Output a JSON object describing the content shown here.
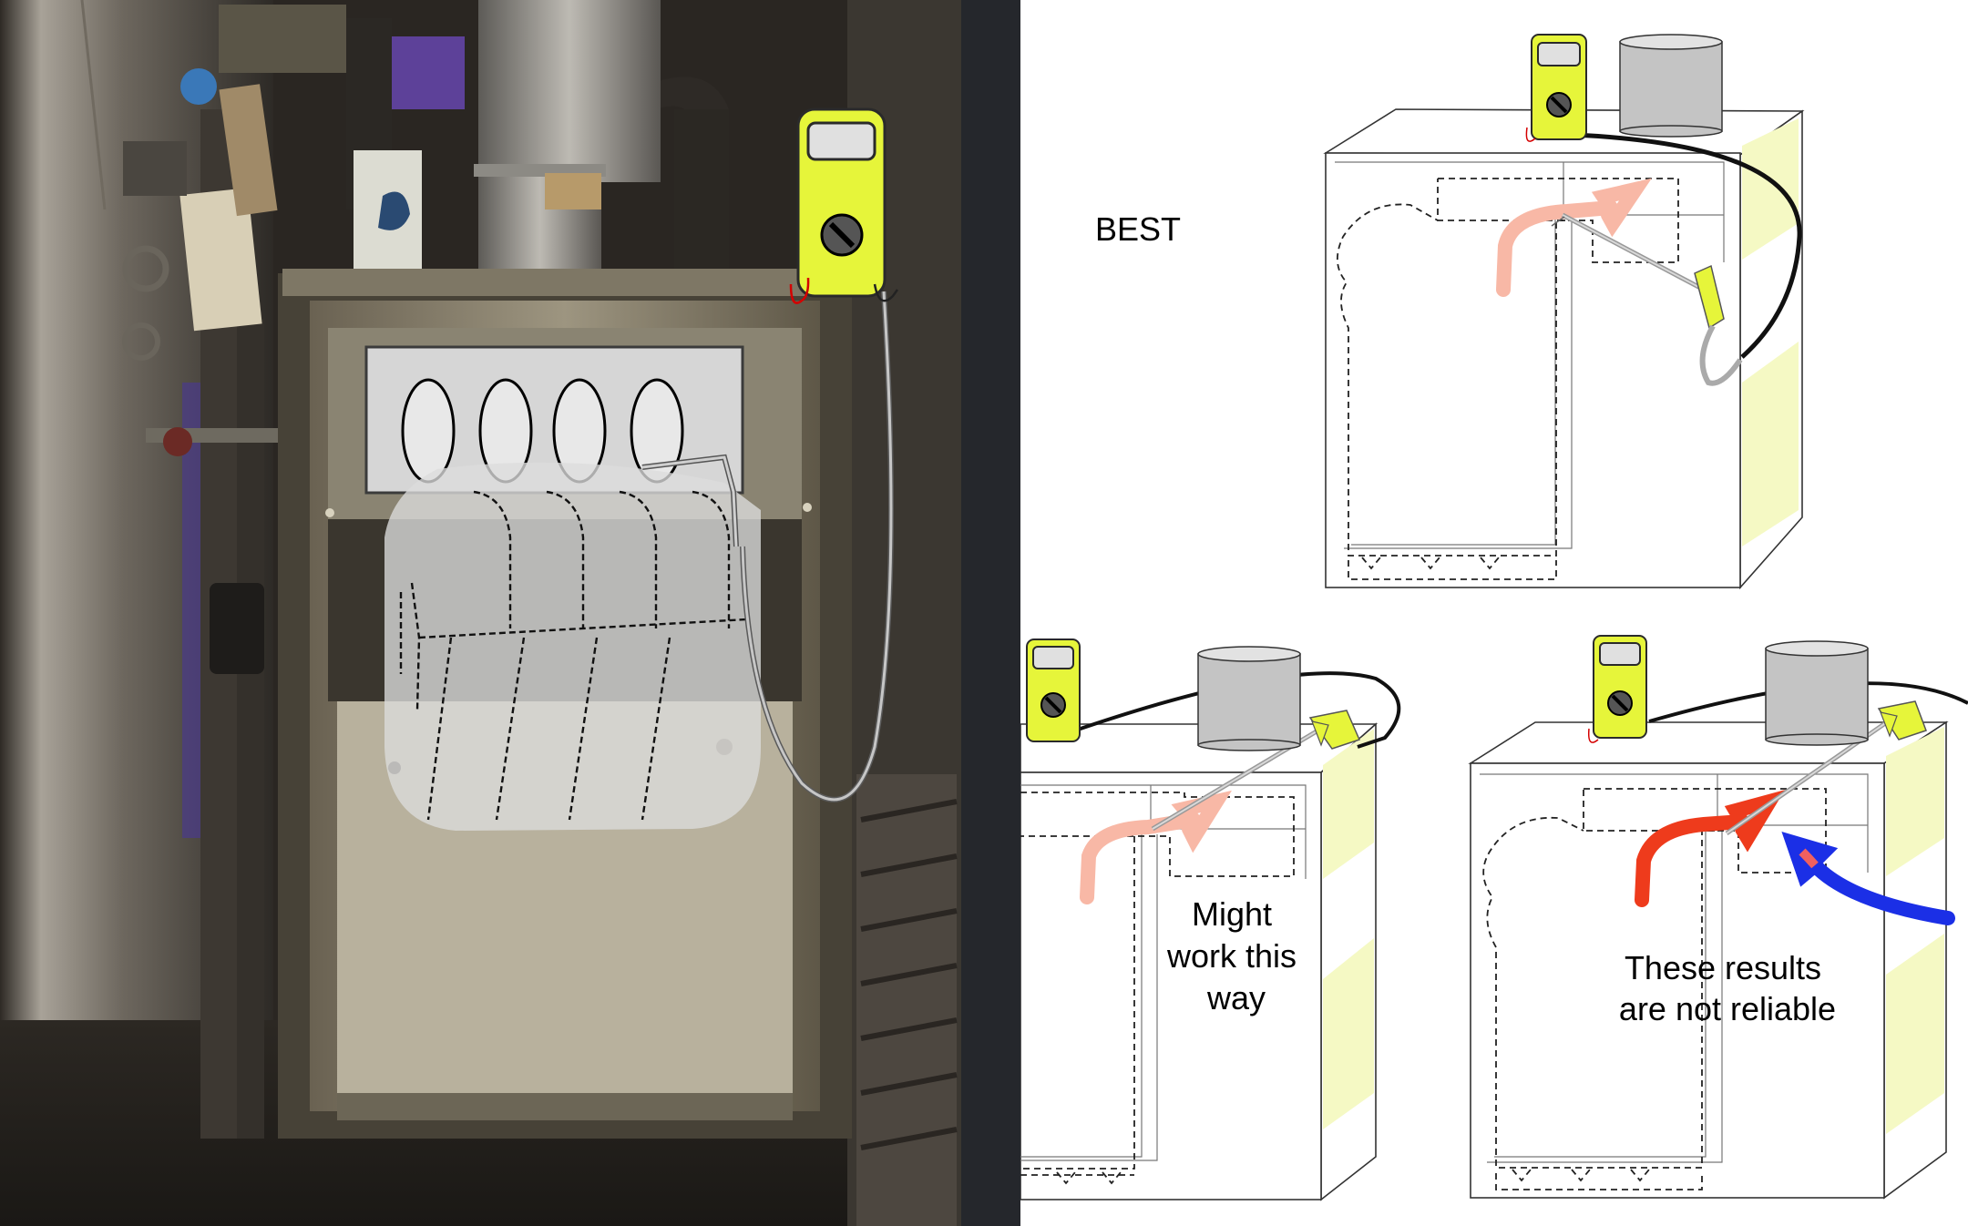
{
  "panels": {
    "best": {
      "label": "BEST"
    },
    "might": {
      "label_lines": [
        "Might",
        "work this",
        "way"
      ]
    },
    "unreliable": {
      "label_lines": [
        "These results",
        "are not reliable"
      ]
    }
  },
  "colors": {
    "meter_yellow": "#e6f53a",
    "side_panel": "#f5f9c4",
    "flue_gray": "#c4c4c4",
    "arrow_pale": "#f6a890",
    "arrow_red": "#ee3b1c",
    "arrow_blue": "#1b2fe6",
    "dark_strip": "#25272c"
  },
  "icons": [
    "multimeter-icon",
    "probe-icon",
    "flue-pipe-icon",
    "heat-flow-arrow-icon",
    "cold-air-arrow-icon"
  ]
}
